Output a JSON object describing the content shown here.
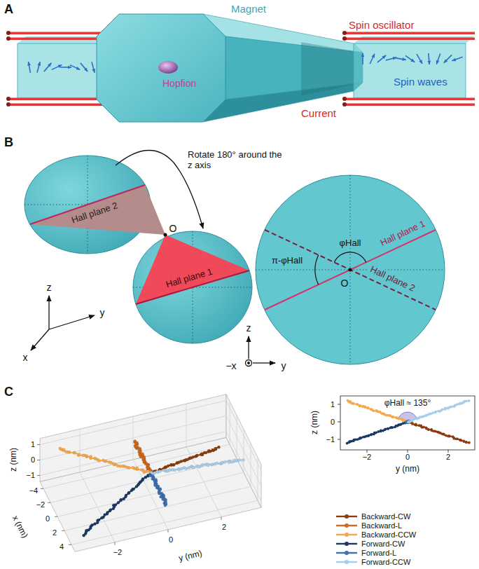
{
  "diagram": {
    "labels": [
      "A",
      "Magnet",
      "Spin oscillator",
      "Hopfion",
      "Spin waves",
      "Current",
      "B",
      "Rotate 180° around the z axis",
      "Hall plane 2",
      "Hall plane 1",
      "O",
      "z",
      "y",
      "x",
      "φHall",
      "π-φHall",
      "Hall plane 1",
      "Hall plane 2",
      "O",
      "z",
      "y",
      "−x",
      "C",
      "1",
      "0",
      "−1",
      "z (nm)",
      "−4",
      "−2",
      "0",
      "2",
      "4",
      "x (nm)",
      "−2",
      "0",
      "2",
      "y (nm)",
      "φHall ≈ 135°",
      "1",
      "0",
      "−1",
      "z (nm)",
      "−2",
      "0",
      "2",
      "y (nm)"
    ],
    "legend": [
      {
        "text": "Backward-CW",
        "color": "#8c3d10"
      },
      {
        "text": "Backward-L",
        "color": "#d2691e"
      },
      {
        "text": "Backward-CCW",
        "color": "#f4a950"
      },
      {
        "text": "Forward-CW",
        "color": "#1b3a63"
      },
      {
        "text": "Forward-L",
        "color": "#3f72b0"
      },
      {
        "text": "Forward-CCW",
        "color": "#a8cdea"
      }
    ]
  }
}
